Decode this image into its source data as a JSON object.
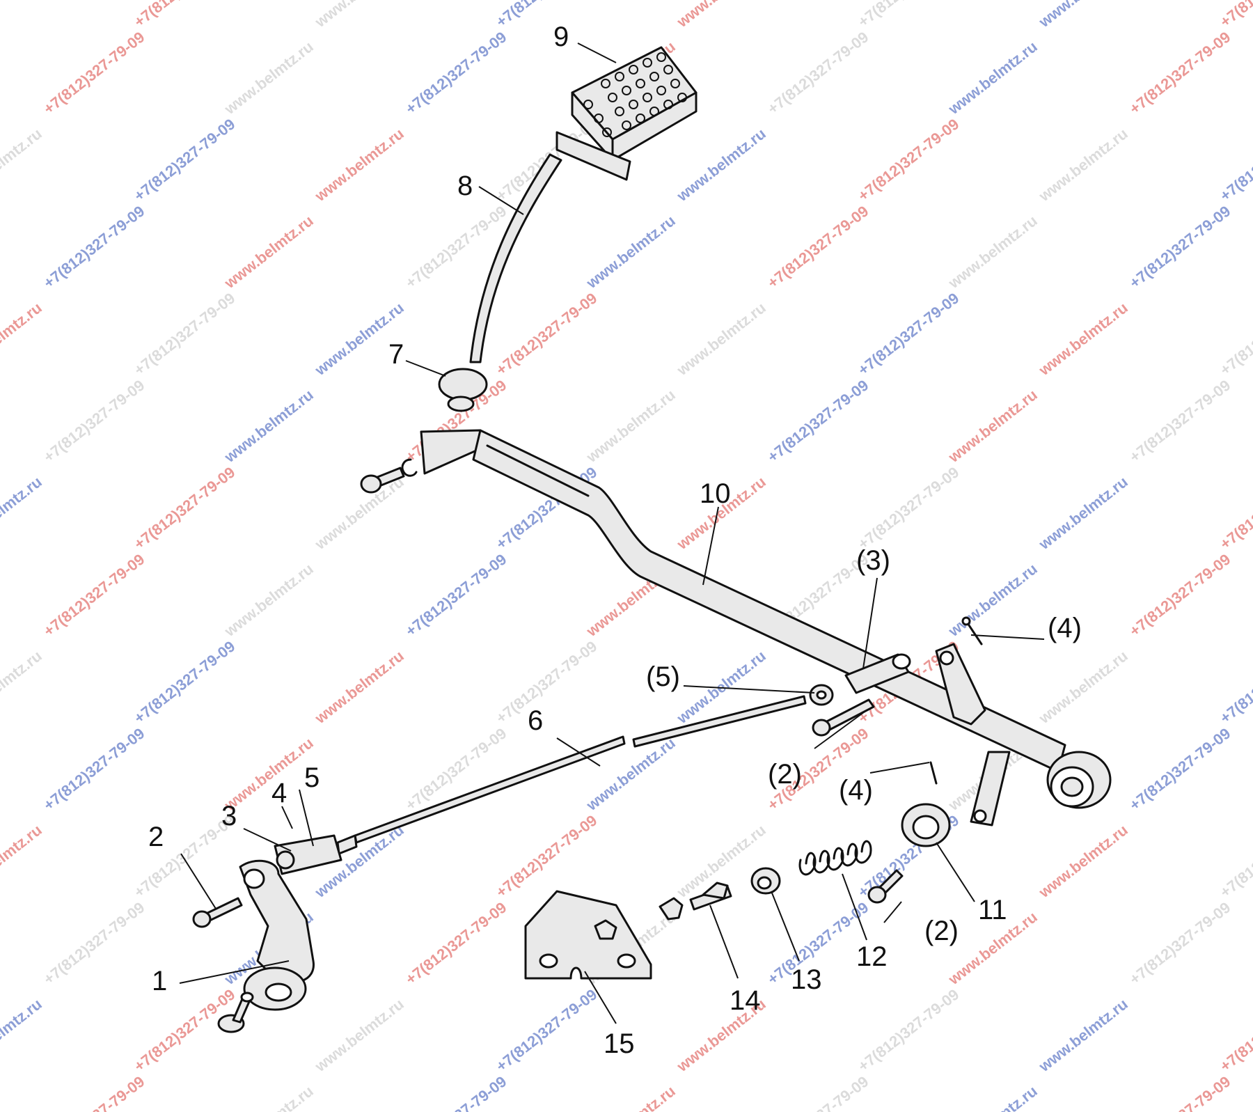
{
  "watermark": {
    "site": "www.belmtz.ru",
    "phone": "+7(812)327-79-09"
  },
  "callouts": {
    "c1": "1",
    "c2": "2",
    "c3": "3",
    "c4": "4",
    "c5": "5",
    "c6": "6",
    "c7": "7",
    "c8": "8",
    "c9": "9",
    "c10": "10",
    "c11": "11",
    "c12": "12",
    "c13": "13",
    "c14": "14",
    "c15": "15",
    "p2a": "(2)",
    "p2b": "(2)",
    "p3": "(3)",
    "p4a": "(4)",
    "p4b": "(4)",
    "p5": "(5)"
  }
}
